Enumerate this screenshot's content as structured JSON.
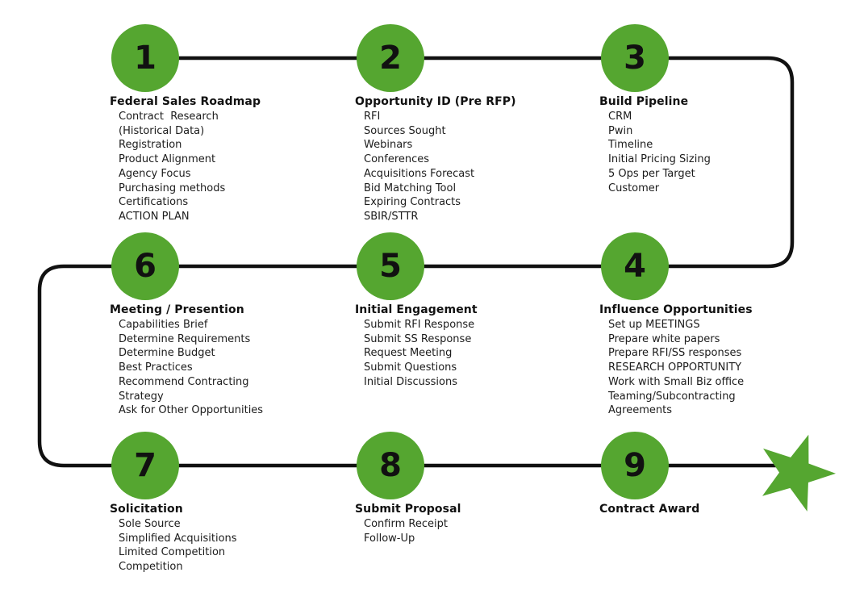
{
  "palette": {
    "background": "#FFFFFF",
    "green": "#55A630",
    "line": "#111111",
    "ink": "#111111",
    "item-ink": "#1C1C1C"
  },
  "icons": {
    "award_star": "five-point-star"
  },
  "sections": [
    {
      "number": "1",
      "title": "Federal Sales Roadmap",
      "items": [
        "Contract  Research",
        "(Historical Data)",
        "Registration",
        "Product Alignment",
        "Agency Focus",
        "Purchasing methods",
        "Certifications",
        "ACTION PLAN"
      ]
    },
    {
      "number": "2",
      "title": "Opportunity ID (Pre RFP)",
      "items": [
        "RFI",
        "Sources Sought",
        "Webinars",
        "Conferences",
        "Acquisitions Forecast",
        "Bid Matching Tool",
        "Expiring Contracts",
        "SBIR/STTR"
      ]
    },
    {
      "number": "3",
      "title": "Build Pipeline",
      "items": [
        "CRM",
        "Pwin",
        "Timeline",
        "Initial Pricing Sizing",
        "5 Ops per Target",
        "Customer"
      ]
    },
    {
      "number": "4",
      "title": "Influence Opportunities",
      "items": [
        "Set up MEETINGS",
        "Prepare white papers",
        "Prepare RFI/SS responses",
        "RESEARCH OPPORTUNITY",
        "Work with Small Biz office",
        "Teaming/Subcontracting",
        "Agreements"
      ]
    },
    {
      "number": "5",
      "title": "Initial Engagement",
      "items": [
        "Submit RFI Response",
        "Submit SS Response",
        "Request Meeting",
        "Submit Questions",
        "Initial Discussions"
      ]
    },
    {
      "number": "6",
      "title": "Meeting / Presention",
      "items": [
        "Capabilities Brief",
        "Determine Requirements",
        "Determine Budget",
        "Best Practices",
        "Recommend Contracting",
        "Strategy",
        "Ask for Other Opportunities"
      ]
    },
    {
      "number": "7",
      "title": "Solicitation",
      "items": [
        "Sole Source",
        "Simplified Acquisitions",
        "Limited Competition",
        "Competition"
      ]
    },
    {
      "number": "8",
      "title": "Submit Proposal",
      "items": [
        "Confirm Receipt",
        "Follow-Up"
      ]
    },
    {
      "number": "9",
      "title": "Contract Award",
      "items": []
    }
  ]
}
